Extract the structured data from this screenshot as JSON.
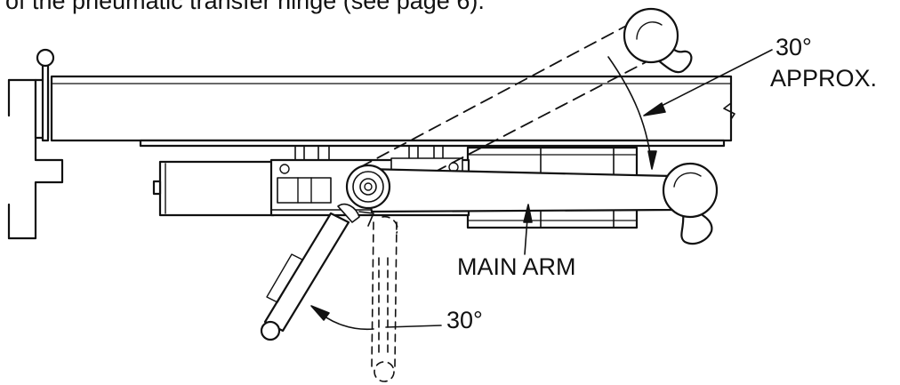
{
  "caption": "of the pneumatic transfer hinge (see page 6).",
  "labels": {
    "angle_approx_line1": "30°",
    "angle_approx_line2": "APPROX.",
    "main_arm": "MAIN ARM",
    "wrench_angle": "30°"
  }
}
